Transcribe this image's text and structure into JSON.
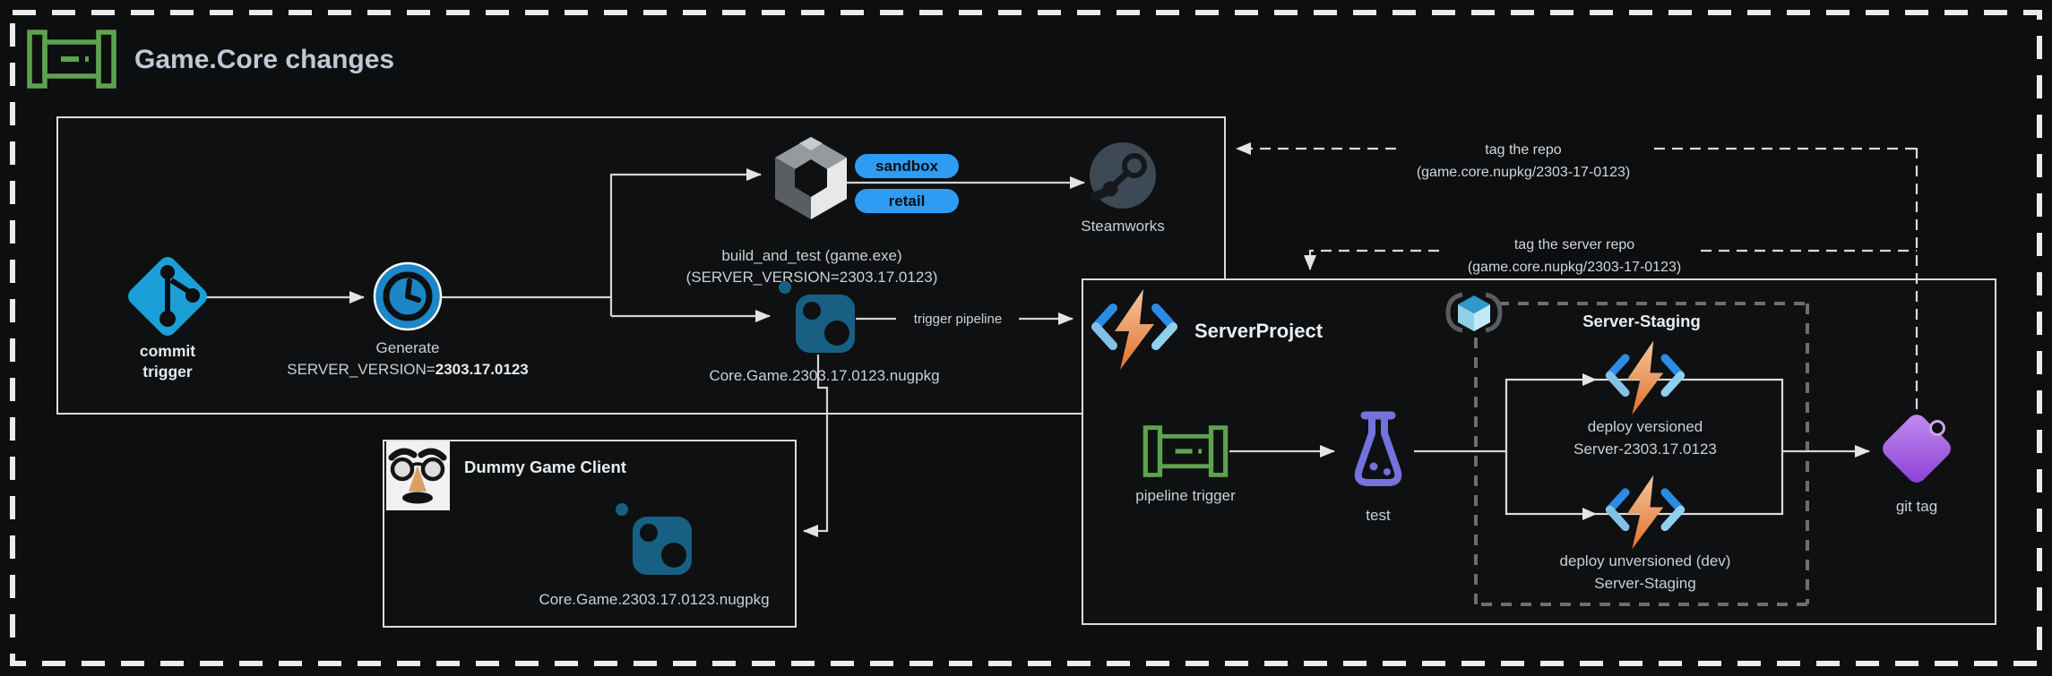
{
  "title": {
    "text": "Game.Core changes"
  },
  "build_box": {
    "commit_trigger": {
      "line1": "commit",
      "line2": "trigger"
    },
    "generate": {
      "line1": "Generate",
      "prefix": "SERVER_VERSION=",
      "version": "2303.17.0123"
    },
    "build_and_test": {
      "line1": "build_and_test (game.exe)",
      "line2": "(SERVER_VERSION=2303.17.0123)"
    },
    "badges": {
      "sandbox": "sandbox",
      "retail": "retail"
    },
    "steamworks": {
      "label": "Steamworks"
    },
    "nupkg": {
      "label": "Core.Game.2303.17.0123.nugpkg"
    },
    "trigger_pipeline": {
      "label": "trigger pipeline"
    }
  },
  "dummy_client": {
    "title": "Dummy Game Client",
    "nupkg_label": "Core.Game.2303.17.0123.nugpkg"
  },
  "server_project": {
    "title": "ServerProject",
    "pipeline_trigger": {
      "label": "pipeline trigger"
    },
    "test": {
      "label": "test"
    },
    "server_staging": {
      "title": "Server-Staging",
      "deploy_versioned": {
        "line1": "deploy versioned",
        "line2": "Server-2303.17.0123"
      },
      "deploy_unversioned": {
        "line1": "deploy unversioned (dev)",
        "line2": "Server-Staging"
      }
    },
    "git_tag": {
      "label": "git tag"
    }
  },
  "annotations": {
    "tag_repo": {
      "line1": "tag the repo",
      "line2": "(game.core.nupkg/2303-17-0123)"
    },
    "tag_server_repo": {
      "line1": "tag the server repo",
      "line2": "(game.core.nupkg/2303-17-0123)"
    }
  },
  "colors": {
    "pipeline_green": "#5ca34e",
    "git_blue": "#1aa0d6",
    "clock_blue": "#1c86c6",
    "badge_blue": "#2f9cf4",
    "steam_slate": "#3d4a55",
    "nuget_teal": "#186083",
    "azure_blue": "#2a8ce2",
    "bolt_orange": "#e8823f",
    "flask_purple": "#7472dd",
    "tag_purple": "#9b59e0"
  }
}
